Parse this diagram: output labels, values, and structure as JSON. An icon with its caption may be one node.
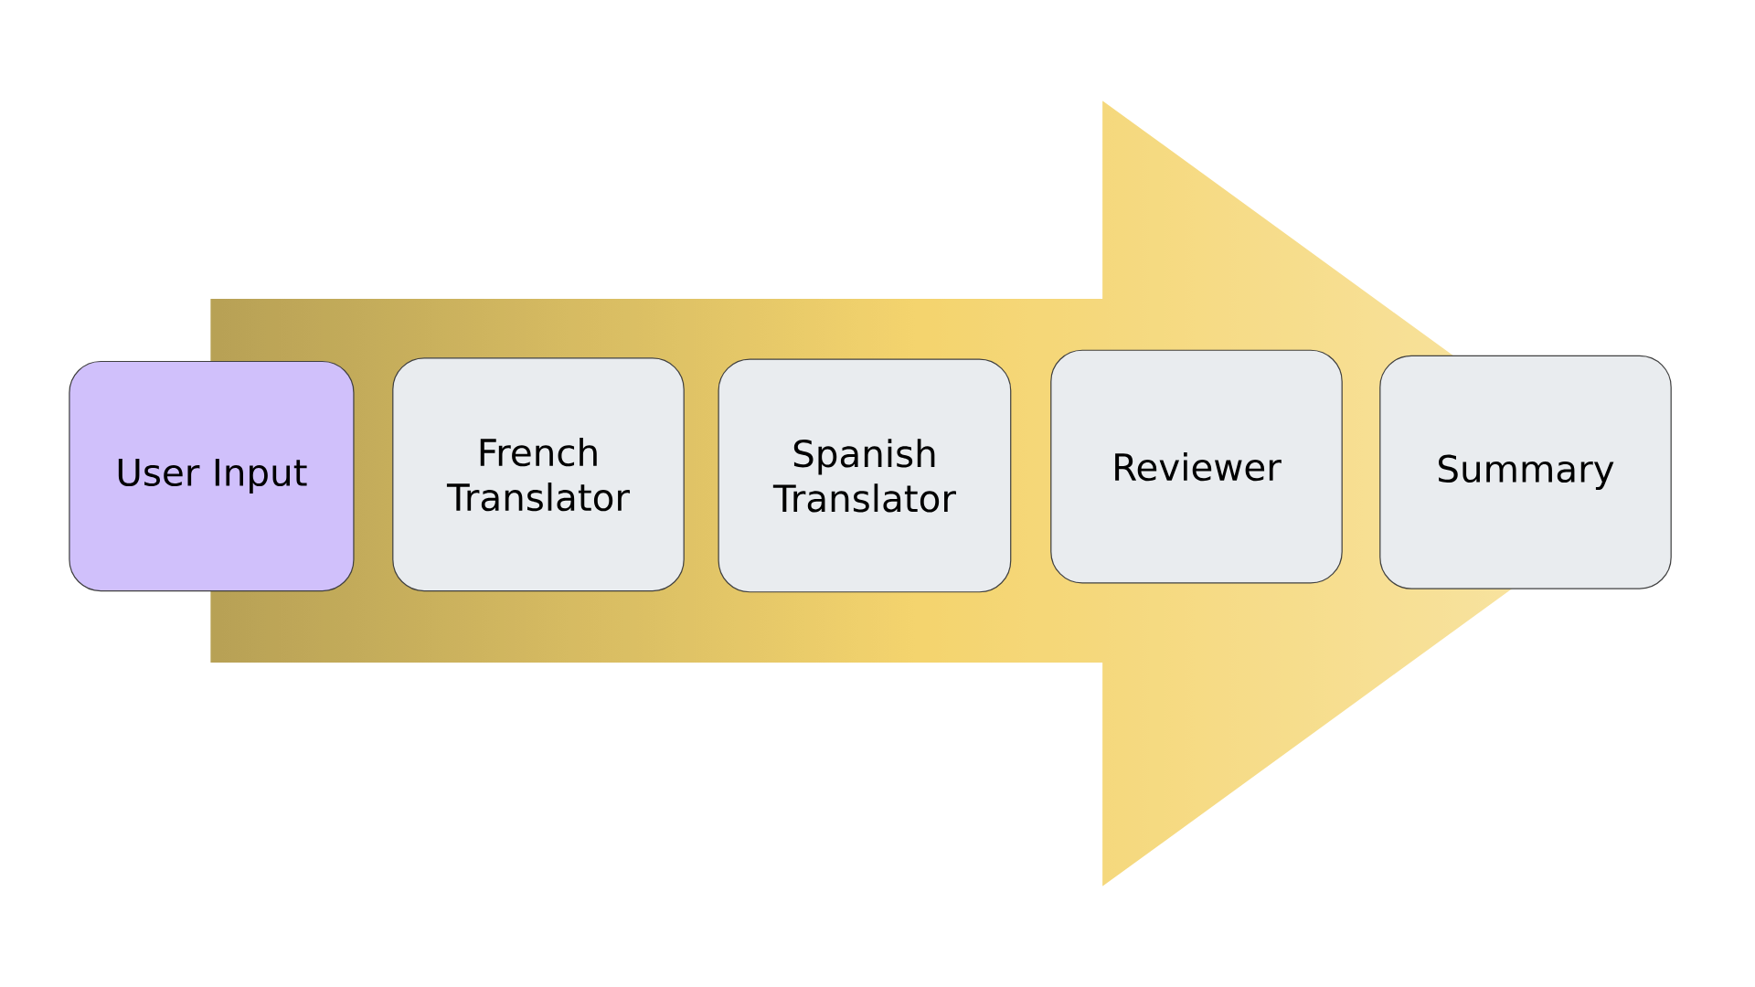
{
  "diagram": {
    "nodes": [
      {
        "text": [
          "User Input"
        ]
      },
      {
        "text": [
          "French Translator"
        ]
      },
      {
        "text": [
          "Spanish Translator"
        ]
      },
      {
        "text": [
          "Reviewer"
        ]
      },
      {
        "text": [
          "Summary"
        ]
      }
    ]
  }
}
